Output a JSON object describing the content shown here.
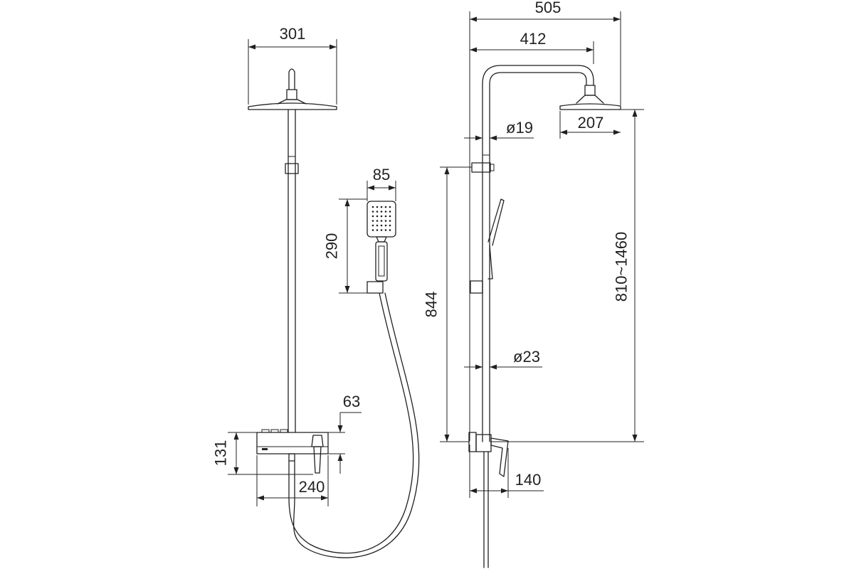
{
  "front_view": {
    "shower_head_width": "301",
    "hand_shower_width": "85",
    "hand_shower_length": "290",
    "mixer_height": "131",
    "mixer_width": "240",
    "mixer_depth": "63"
  },
  "side_view": {
    "overall_projection": "505",
    "arm_projection": "412",
    "head_diameter": "207",
    "upper_pipe_diameter": "ø19",
    "rail_height": "844",
    "height_range": "810~1460",
    "lower_pipe_diameter": "ø23",
    "wall_to_outlet": "140"
  },
  "colors": {
    "line": "#231f20",
    "background": "#ffffff"
  }
}
